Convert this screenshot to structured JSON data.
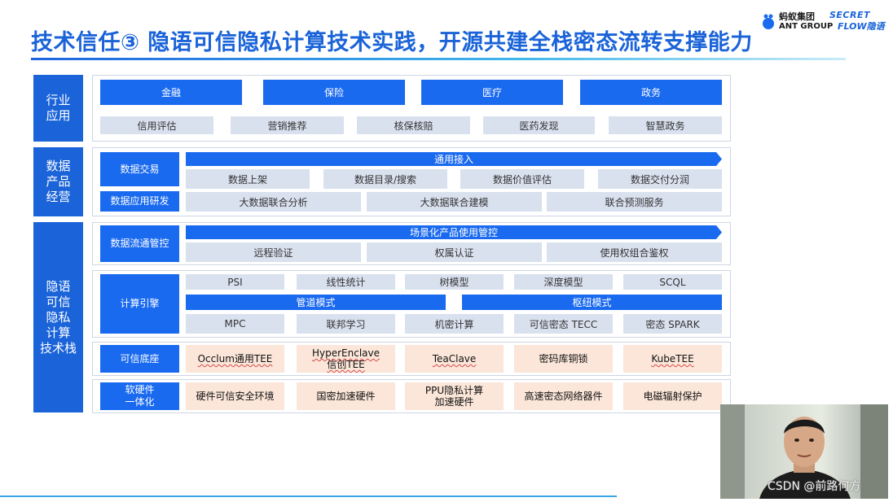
{
  "slide": {
    "title": "技术信任③ 隐语可信隐私计算技术实践，开源共建全栈密态流转支撑能力",
    "logos": {
      "ant_cn": "蚂蚁集团",
      "ant_en": "ANT GROUP",
      "sf_top": "SECRET",
      "sf_bottom": "FLOW隐语"
    }
  },
  "layers": {
    "industry": {
      "label": "行业\n应用",
      "sectors": [
        "金融",
        "保险",
        "医疗",
        "政务"
      ],
      "scenarios": [
        "信用评估",
        "营销推荐",
        "核保核赔",
        "医药发现",
        "智慧政务"
      ]
    },
    "data_product": {
      "label": "数据\n产品\n经营",
      "trade_label": "数据交易",
      "app_label": "数据应用研发",
      "access_bar": "通用接入",
      "trade_items": [
        "数据上架",
        "数据目录/搜索",
        "数据价值评估",
        "数据交付分润"
      ],
      "app_items": [
        "大数据联合分析",
        "大数据联合建模",
        "联合预测服务"
      ]
    },
    "stack": {
      "label": "隐语\n可信\n隐私\n计算\n技术栈",
      "flow_control": {
        "label": "数据流通管控",
        "bar": "场景化产品使用管控",
        "items": [
          "远程验证",
          "权属认证",
          "使用权组合鉴权"
        ]
      },
      "compute_engine": {
        "label": "计算引擎",
        "top_items": [
          "PSI",
          "线性统计",
          "树模型",
          "深度模型",
          "SCQL"
        ],
        "pipeline_mode": "管道模式",
        "hub_mode": "枢纽模式",
        "bottom_items": [
          "MPC",
          "联邦学习",
          "机密计算",
          "可信密态 TECC",
          "密态 SPARK"
        ]
      },
      "trusted_base": {
        "label": "可信底座",
        "items": [
          "Occlum通用TEE",
          "HyperEnclave\n信创TEE",
          "TeaClave",
          "密码库铜锁",
          "KubeTEE"
        ]
      },
      "hw_sw": {
        "label": "软硬件\n一体化",
        "items": [
          "硬件可信安全环境",
          "国密加速硬件",
          "PPU隐私计算\n加速硬件",
          "高速密态网络器件",
          "电磁辐射保护"
        ]
      }
    }
  },
  "overlay": {
    "watermark": "CSDN @前路何方"
  },
  "colors": {
    "primary_blue": "#1a6af0",
    "light_gray_blue": "#d9e1ef",
    "peach": "#fbe6d9",
    "title_blue": "#1a63d8"
  }
}
